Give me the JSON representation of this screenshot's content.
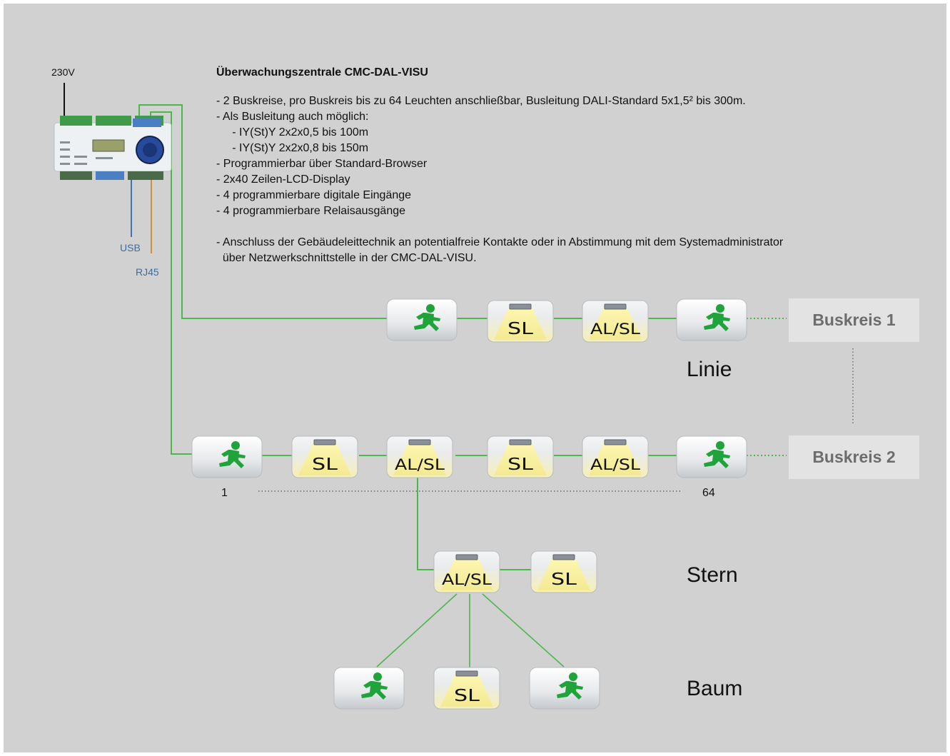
{
  "controller": {
    "power_label": "230V",
    "usb_label": "USB",
    "rj45_label": "RJ45"
  },
  "description": {
    "title": "Überwachungszentrale CMC-DAL-VISU",
    "lines": [
      "- 2 Buskreise, pro Buskreis bis zu 64 Leuchten anschließbar, Busleitung DALI-Standard 5x1,5² bis 300m.",
      "- Als Busleitung auch möglich:",
      "     - IY(St)Y 2x2x0,5 bis 100m",
      "     - IY(St)Y 2x2x0,8 bis 150m",
      "- Programmierbar über Standard-Browser",
      "- 2x40 Zeilen-LCD-Display",
      "- 4 programmierbare digitale Eingänge",
      "- 4 programmierbare Relaisausgänge",
      "",
      "- Anschluss der Gebäudeleittechnik an potentialfreie Kontakte oder in Abstimmung mit dem Systemadministrator",
      "  über Netzwerkschnittstelle in der CMC-DAL-VISU."
    ]
  },
  "buskreis": {
    "one": "Buskreis 1",
    "two": "Buskreis 2"
  },
  "topology": {
    "linie": "Linie",
    "stern": "Stern",
    "baum": "Baum"
  },
  "numbering": {
    "first": "1",
    "last": "64"
  },
  "luminaire_labels": {
    "sl": "SL",
    "alsl": "AL/SL"
  },
  "colors": {
    "wire_green": "#4cb84c",
    "wire_blue": "#3f77ae",
    "wire_orange": "#d88a3b",
    "runner_green": "#1fa33a"
  }
}
